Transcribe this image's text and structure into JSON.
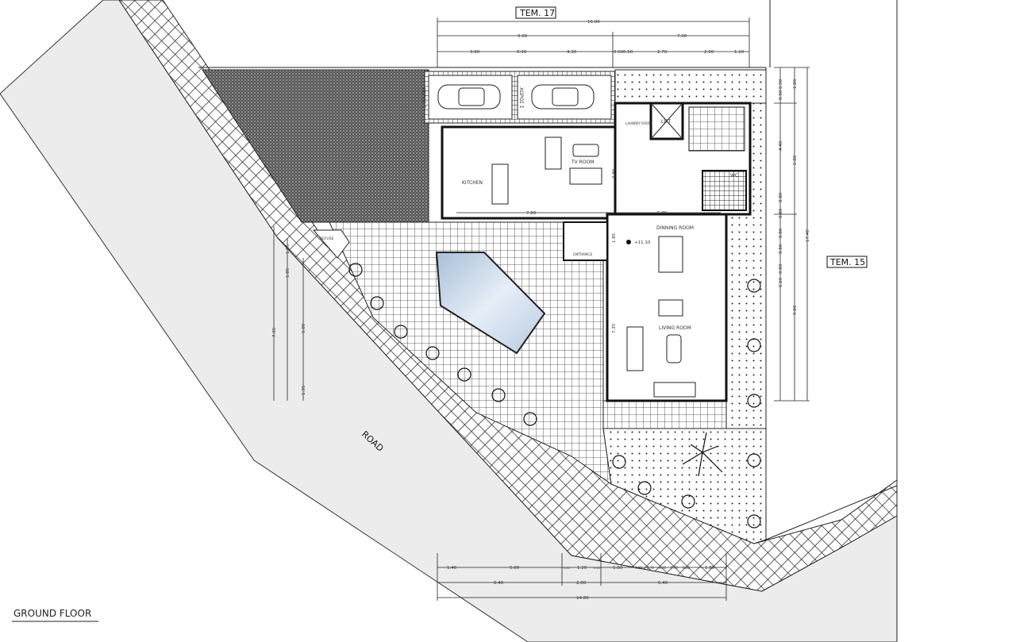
{
  "title": "GROUND FLOOR",
  "plots": {
    "north": "TEM. 17",
    "east": "TEM. 15"
  },
  "road_label": "ROAD",
  "rooms": {
    "kitchen": "KITCHEN",
    "tv_room": "TV ROOM",
    "dining_room": "DINNING ROOM",
    "living_room": "LIVING ROOM",
    "entrance": "ENTRANCE",
    "refuse": "REFUSE",
    "wc": "WC",
    "lift": "LIFT",
    "laundry": "LAUNDRY ROOM",
    "parking_1": "ΧΩΡΟΣ Σ",
    "parking_2": "ΧΩΡΟΣ Σ"
  },
  "level_mark": "+11.10",
  "dimensions": {
    "top": {
      "total": "16.00",
      "row2": [
        "9.00",
        "7.00"
      ],
      "row3": [
        "3.80",
        "0.90",
        "4.30",
        "0.60",
        "0.60",
        "2.70",
        "2.00",
        "1.10"
      ]
    },
    "bottom": {
      "row1": [
        "1.40",
        "5.00",
        "0.40",
        "1.20",
        "0.40",
        "1.60",
        "0.60",
        "0.70",
        "0.60",
        "0.70",
        "0.60",
        "1.80"
      ],
      "row2": [
        "6.40",
        "2.00",
        "6.40"
      ],
      "total": "14.80"
    },
    "right": {
      "row1": [
        "0.90",
        "0.90",
        "4.40",
        "0.80",
        "0.80",
        "0.80",
        "0.80",
        "0.80",
        "6.20"
      ],
      "row2": [
        "1.80",
        "5.80",
        "9.80"
      ],
      "total": "17.40"
    },
    "left": {
      "outer": "7.35",
      "mid": [
        "1.85",
        "5.00",
        "1.35"
      ],
      "inner": "1.85"
    },
    "interior": {
      "kitchen_width": "7.80",
      "living_width": "5.80",
      "tv_depth": "4.90",
      "entrance_depth": "1.85",
      "living_depth": "7.35"
    }
  },
  "colors": {
    "road": "#ececec",
    "pool": "#c8d8ea",
    "line": "#222222"
  }
}
